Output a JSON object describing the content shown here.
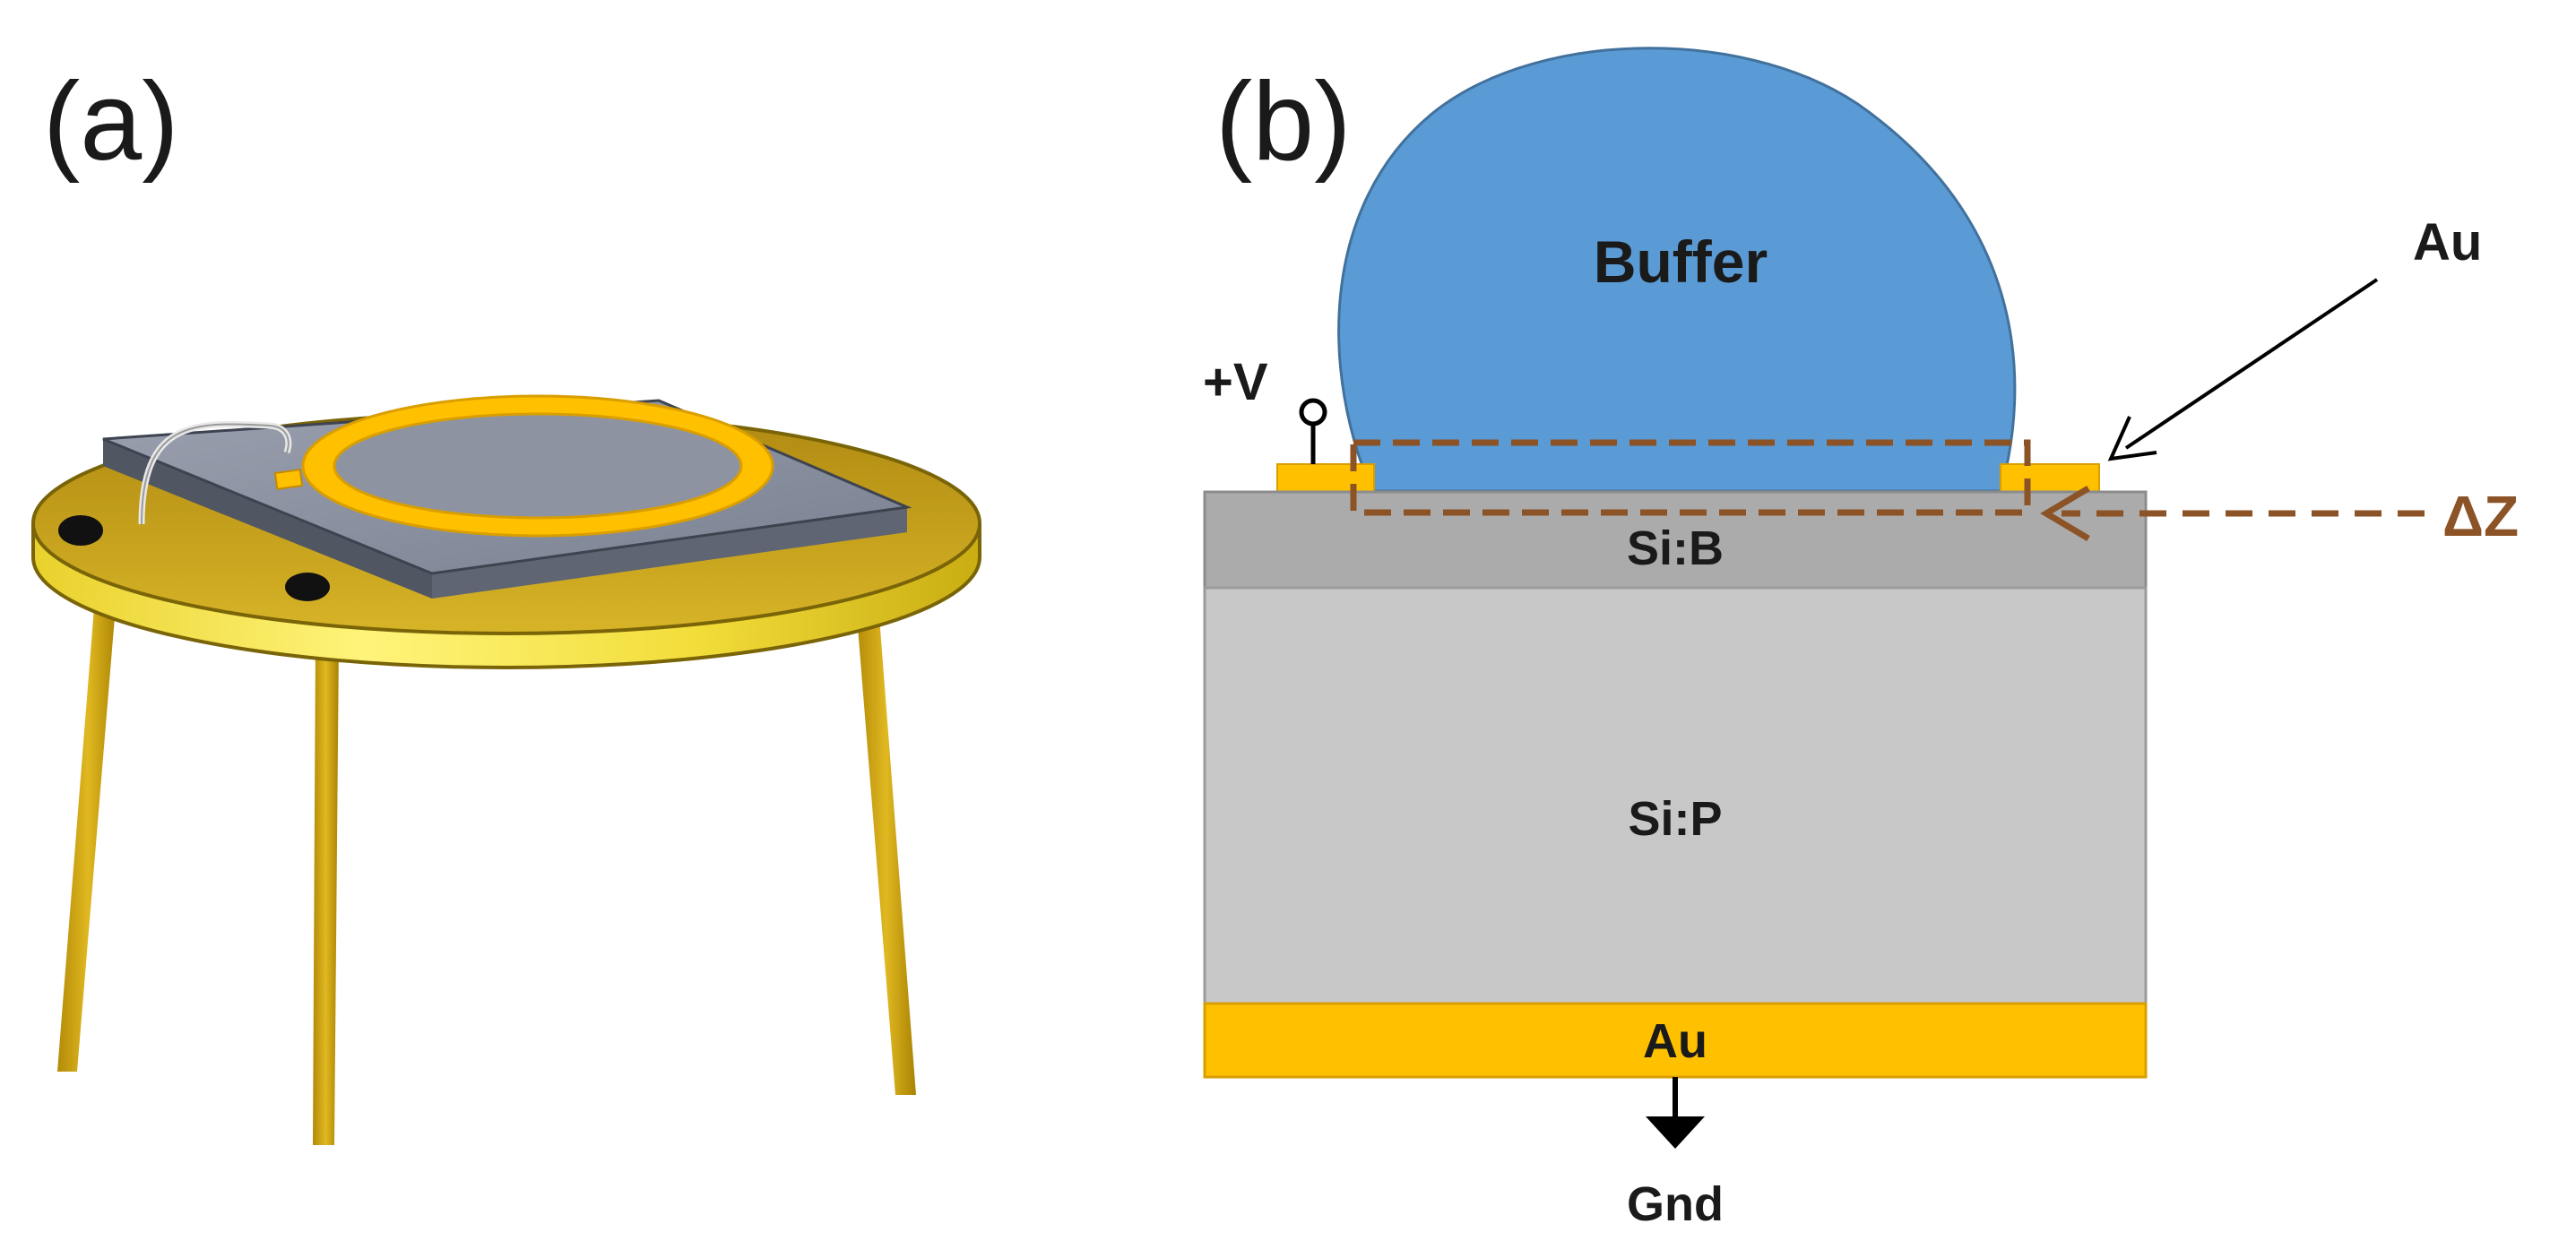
{
  "panel_a": {
    "label": "(a)"
  },
  "panel_b": {
    "label": "(b)",
    "buffer_label": "Buffer",
    "voltage_label": "+V",
    "top_contact_label": "Au",
    "delta_z_label": "ΔZ",
    "doped_layer_label": "Si:B",
    "substrate_label": "Si:P",
    "back_contact_label": "Au",
    "ground_label": "Gnd"
  },
  "colors": {
    "buffer_fill": "#5b9bd5",
    "gold": "#ffc000",
    "si_b": "#ababab",
    "si_p": "#c8c8c8",
    "delta_z": "#8b5326",
    "pcb": "#c8a314",
    "chip": "#7f8696",
    "pins": "#c9a10d"
  }
}
